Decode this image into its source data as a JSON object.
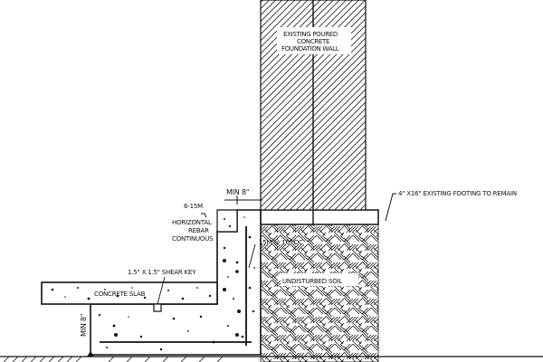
{
  "labels": {
    "wall_line1": "EXISTING POURED",
    "wall_line2": "CONCRETE",
    "wall_line3": "FOUNDATION WALL",
    "min_top": "MIN 8\"",
    "existing_footing": "4\" X16\" EXISTING FOOTING TO REMAIN",
    "rebar_line1": "6-15M",
    "rebar_line2": "HORIZONTAL",
    "rebar_line3": "REBAR",
    "rebar_line4": "CONTINUOUS",
    "vertical_rebar": "15M @ 16\" OC",
    "shear_key": "1.5\" X 1.5\" SHEAR KEY",
    "concrete_slab": "CONCRETE SLAB",
    "undisturbed_soil": "UNDISTURBED SOIL",
    "min_side": "MIN 8\""
  }
}
